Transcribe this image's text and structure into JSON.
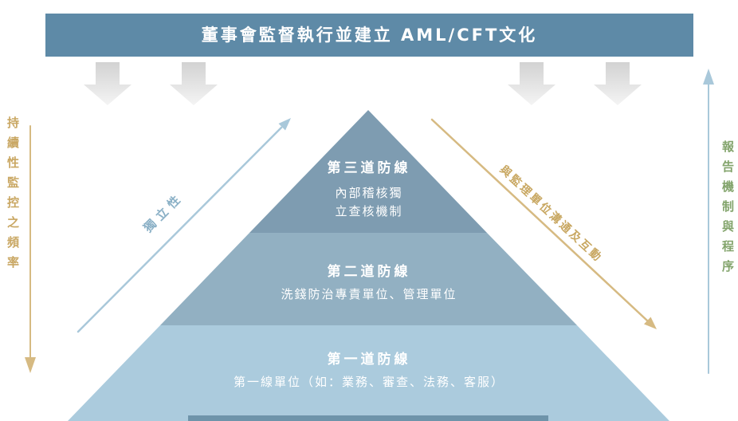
{
  "colors": {
    "banner": "#5e8aa7",
    "tier3": "#7e9cb1",
    "tier2": "#92b0c2",
    "tier1": "#abcbdd",
    "base_strip": "#6e94aa",
    "gray_arrow_top": "#d2d2d2",
    "gray_arrow_bottom": "#f4f4f4",
    "gold_arrow": "#d6ba82",
    "blue_arrow": "#a9c8da",
    "left_label_text": "#c9a763",
    "right_label_text": "#83a46c",
    "independence_text": "#8ab0c6",
    "regulator_text": "#c8a761",
    "pyramid_text": "#ffffff"
  },
  "banner": {
    "title": "董事會監督執行並建立 AML/CFT文化"
  },
  "pyramid": {
    "tier3": {
      "title": "第三道防線",
      "line1": "內部稽核獨",
      "line2": "立查核機制"
    },
    "tier2": {
      "title": "第二道防線",
      "body": "洗錢防治專責單位、管理單位"
    },
    "tier1": {
      "title": "第一道防線",
      "body": "第一線單位（如：業務、審查、法務、客服）"
    }
  },
  "annotations": {
    "left_vertical": "持續性監控之頻率",
    "right_vertical": "報告機制與程序",
    "independence": "獨立性",
    "regulator_communication": "與監理單位溝通及互動"
  }
}
